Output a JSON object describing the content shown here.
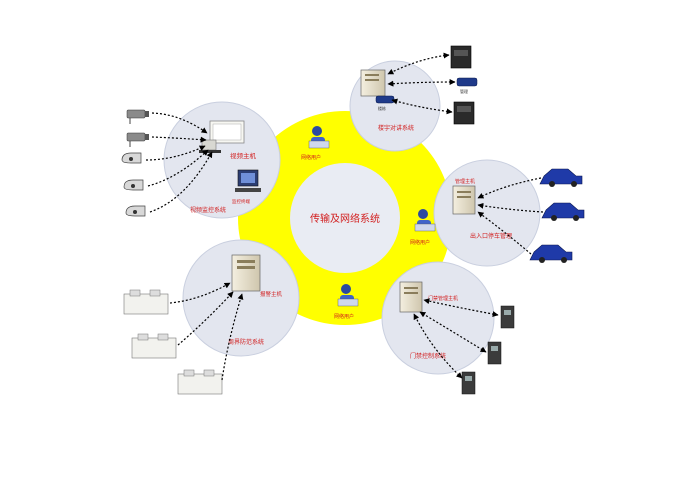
{
  "center": {
    "title": "传输及网络系统",
    "ring_color": "#ffff00",
    "hub_color": "#e9ecf3"
  },
  "network_users": {
    "label": "网络用户",
    "count": 3
  },
  "subsystems": {
    "video": {
      "host_label": "视频主机",
      "system_label": "视频监控系统",
      "terminal_label": "监控终端",
      "device_count": 5
    },
    "intercom": {
      "system_label": "楼宇对讲系统",
      "small_labels": [
        "管理",
        "楼栋"
      ]
    },
    "parking": {
      "host_label": "管理主机",
      "system_label": "出入口停车管理",
      "car_count": 3
    },
    "door": {
      "host_label": "门禁管理主机",
      "system_label": "门禁控制系统",
      "reader_count": 3
    },
    "alarm": {
      "host_label": "报警主机",
      "system_label": "周界防范系统",
      "device_count": 3
    }
  },
  "colors": {
    "label": "#d21e1e",
    "subsystem_circle": "#e3e6ef",
    "car": "#1f3aa8",
    "link": "#000000"
  }
}
